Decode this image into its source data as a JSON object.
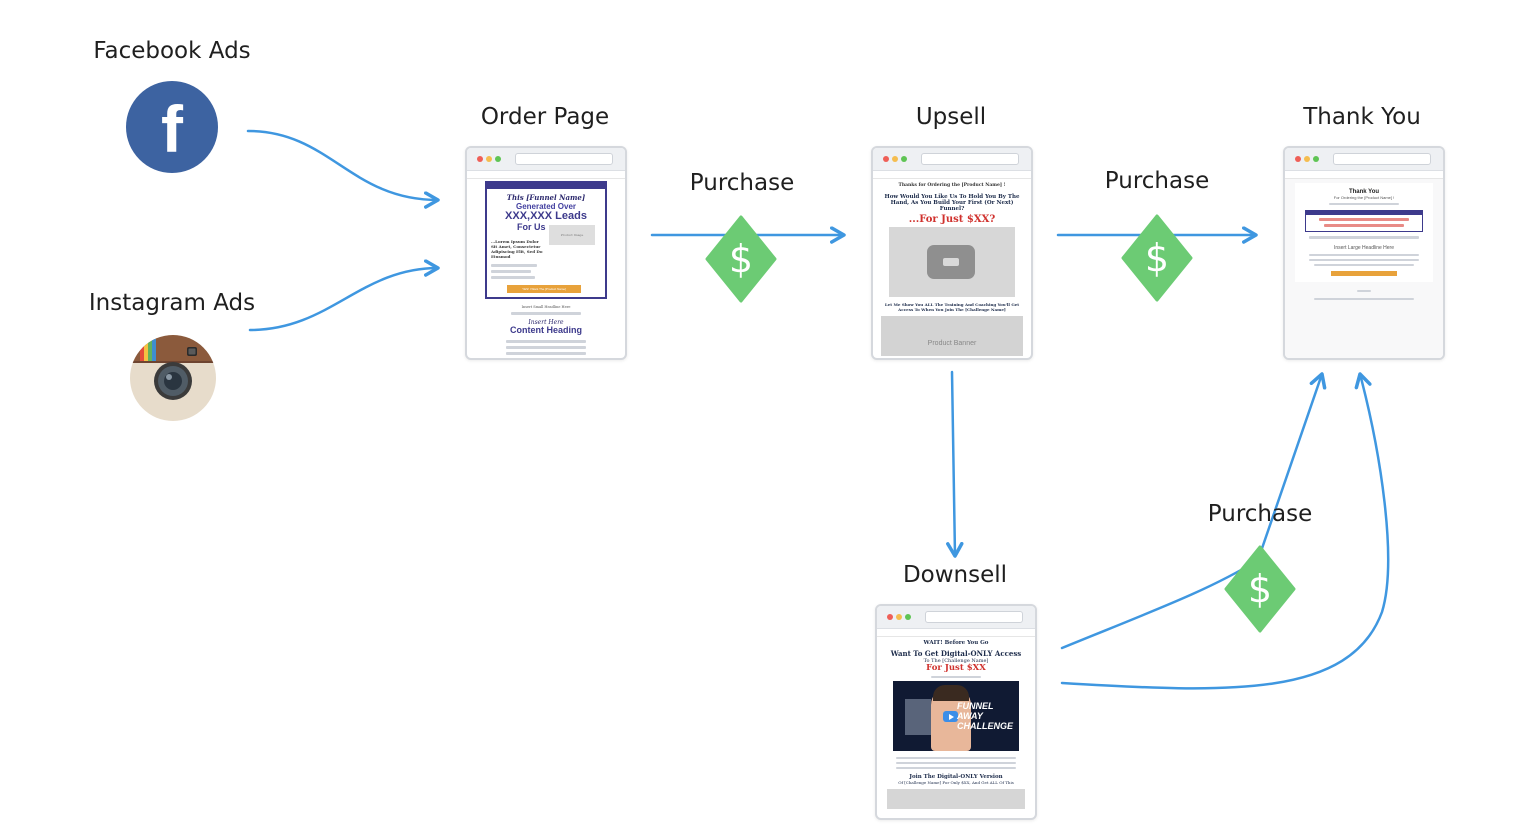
{
  "labels": {
    "facebook": "Facebook Ads",
    "instagram": "Instagram Ads",
    "order": "Order Page",
    "upsell": "Upsell",
    "thankyou": "Thank You",
    "downsell": "Downsell",
    "purchase1": "Purchase",
    "purchase2": "Purchase",
    "purchase3": "Purchase"
  },
  "icons": {
    "facebook": "facebook-logo-icon",
    "instagram": "instagram-logo-icon",
    "purchase": "dollar-diamond-icon",
    "glyph": "$",
    "facebook_letter": "f"
  },
  "colors": {
    "arrow": "#3f97e0",
    "badge": "#6ccb74",
    "facebook": "#3d63a1",
    "dollar": "#ffffff"
  },
  "order_page": {
    "headline_1": "This [Funnel Name]",
    "headline_2": "Generated Over",
    "headline_3": "XXX,XXX Leads",
    "headline_4": "For Us",
    "sub": "...Lorem Ipsum Dolor Sit Amet, Consectetur Adipiscing Elit, Sed Do Eiusmod",
    "product_image": "Product Image",
    "cta": "YES! I Want The [Product Name]",
    "heading_small": "Insert Small Headline Here",
    "insert_here": "Insert Here",
    "content_heading": "Content Heading"
  },
  "upsell_page": {
    "top": "Thanks for Ordering the [Product Name] !",
    "headline": "How Would You Like Us To Hold You By The Hand, As You Build Your First (Or Next) Funnel?",
    "price": "...For Just $XX?",
    "body": "Let Me Show You ALL The Training And Coaching You'll Get Access To When You Join The [Challenge Name]",
    "banner": "Product Banner"
  },
  "thankyou_page": {
    "title": "Thank You",
    "sub": "For Ordering the [Product Name] !",
    "headline": "Insert Large Headline Here"
  },
  "downsell_page": {
    "wait": "WAIT! Before You Go",
    "headline": "Want To Get Digital-ONLY Access",
    "to": "To The [Challenge Name]",
    "price": "For Just $XX",
    "video_text": "FUNNEL AWAY CHALLENGE",
    "join": "Join The Digital-ONLY Version",
    "join_sub": "Of [Challenge Name] For Only $XX, And Get ALL Of This"
  }
}
